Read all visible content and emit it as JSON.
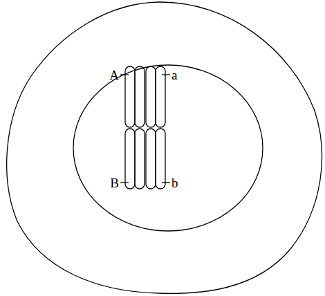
{
  "diagram": {
    "labels": [
      "A",
      "a",
      "B",
      "b"
    ]
  }
}
